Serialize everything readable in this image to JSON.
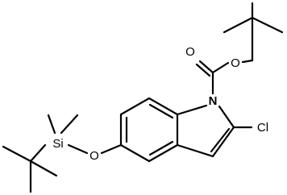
{
  "structure": {
    "atoms": {
      "oxygen_carbonyl": "O",
      "oxygen_ester": "O",
      "nitrogen": "N",
      "chlorine": "Cl",
      "oxygen_silyl_ether": "O",
      "silicon": "Si"
    },
    "colors": {
      "bond": "#000000",
      "text": "#000000",
      "background": "#ffffff"
    }
  }
}
